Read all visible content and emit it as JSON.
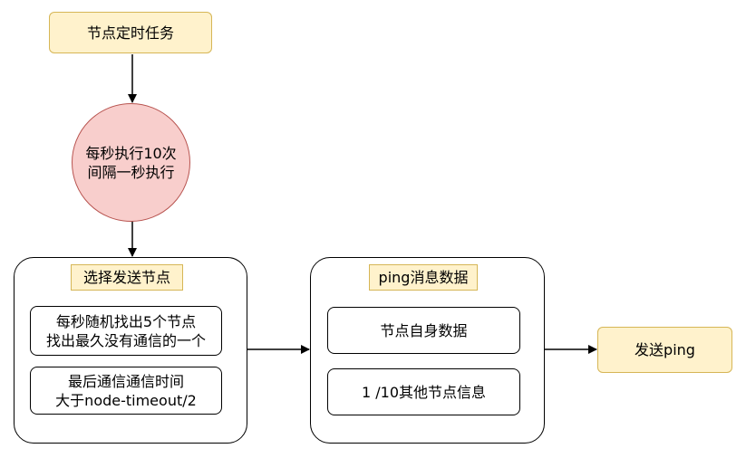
{
  "nodes": {
    "task": "节点定时任务",
    "frequency": [
      "每秒执行10次",
      "间隔一秒执行"
    ],
    "select_group": {
      "title": "选择发送节点",
      "rule1": [
        "每秒随机找出5个节点",
        "找出最久没有通信的一个"
      ],
      "rule2": [
        "最后通信通信时间",
        "大于node-timeout/2"
      ]
    },
    "ping_group": {
      "title": "ping消息数据",
      "item1": "节点自身数据",
      "item2": "1 /10其他节点信息"
    },
    "send": "发送ping"
  },
  "colors": {
    "yellow_fill": "#fff2cc",
    "yellow_stroke": "#d6b656",
    "red_fill": "#f8cecc",
    "red_stroke": "#b85450"
  }
}
